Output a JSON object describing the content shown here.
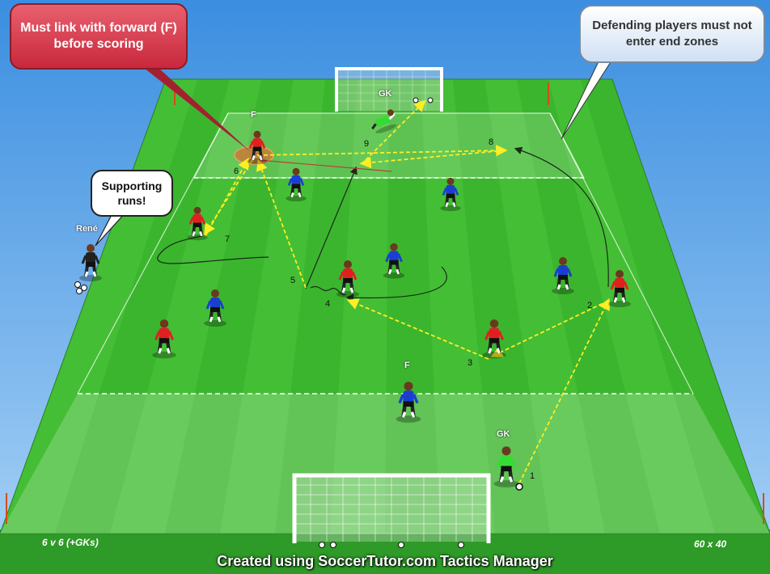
{
  "callouts": {
    "red": "Must link with forward (F) before scoring",
    "blue": "Defending players must not enter end zones",
    "white": "Supporting runs!"
  },
  "labels": {
    "forward_top": "F",
    "forward_mid": "F",
    "gk_top": "GK",
    "gk_bottom": "GK",
    "coach": "René"
  },
  "pass_numbers": [
    "1",
    "2",
    "3",
    "4",
    "5",
    "6",
    "7",
    "8",
    "9"
  ],
  "footer": {
    "left": "6 v 6 (+GKs)",
    "right": "60 x 40",
    "credit": "Created using SoccerTutor.com Tactics Manager"
  },
  "colors": {
    "red_team": "#e02020",
    "blue_team": "#1a3fd0",
    "goalkeeper": "#33dd33",
    "pass_line": "#ffee22",
    "pitch": "#3bb52e"
  }
}
